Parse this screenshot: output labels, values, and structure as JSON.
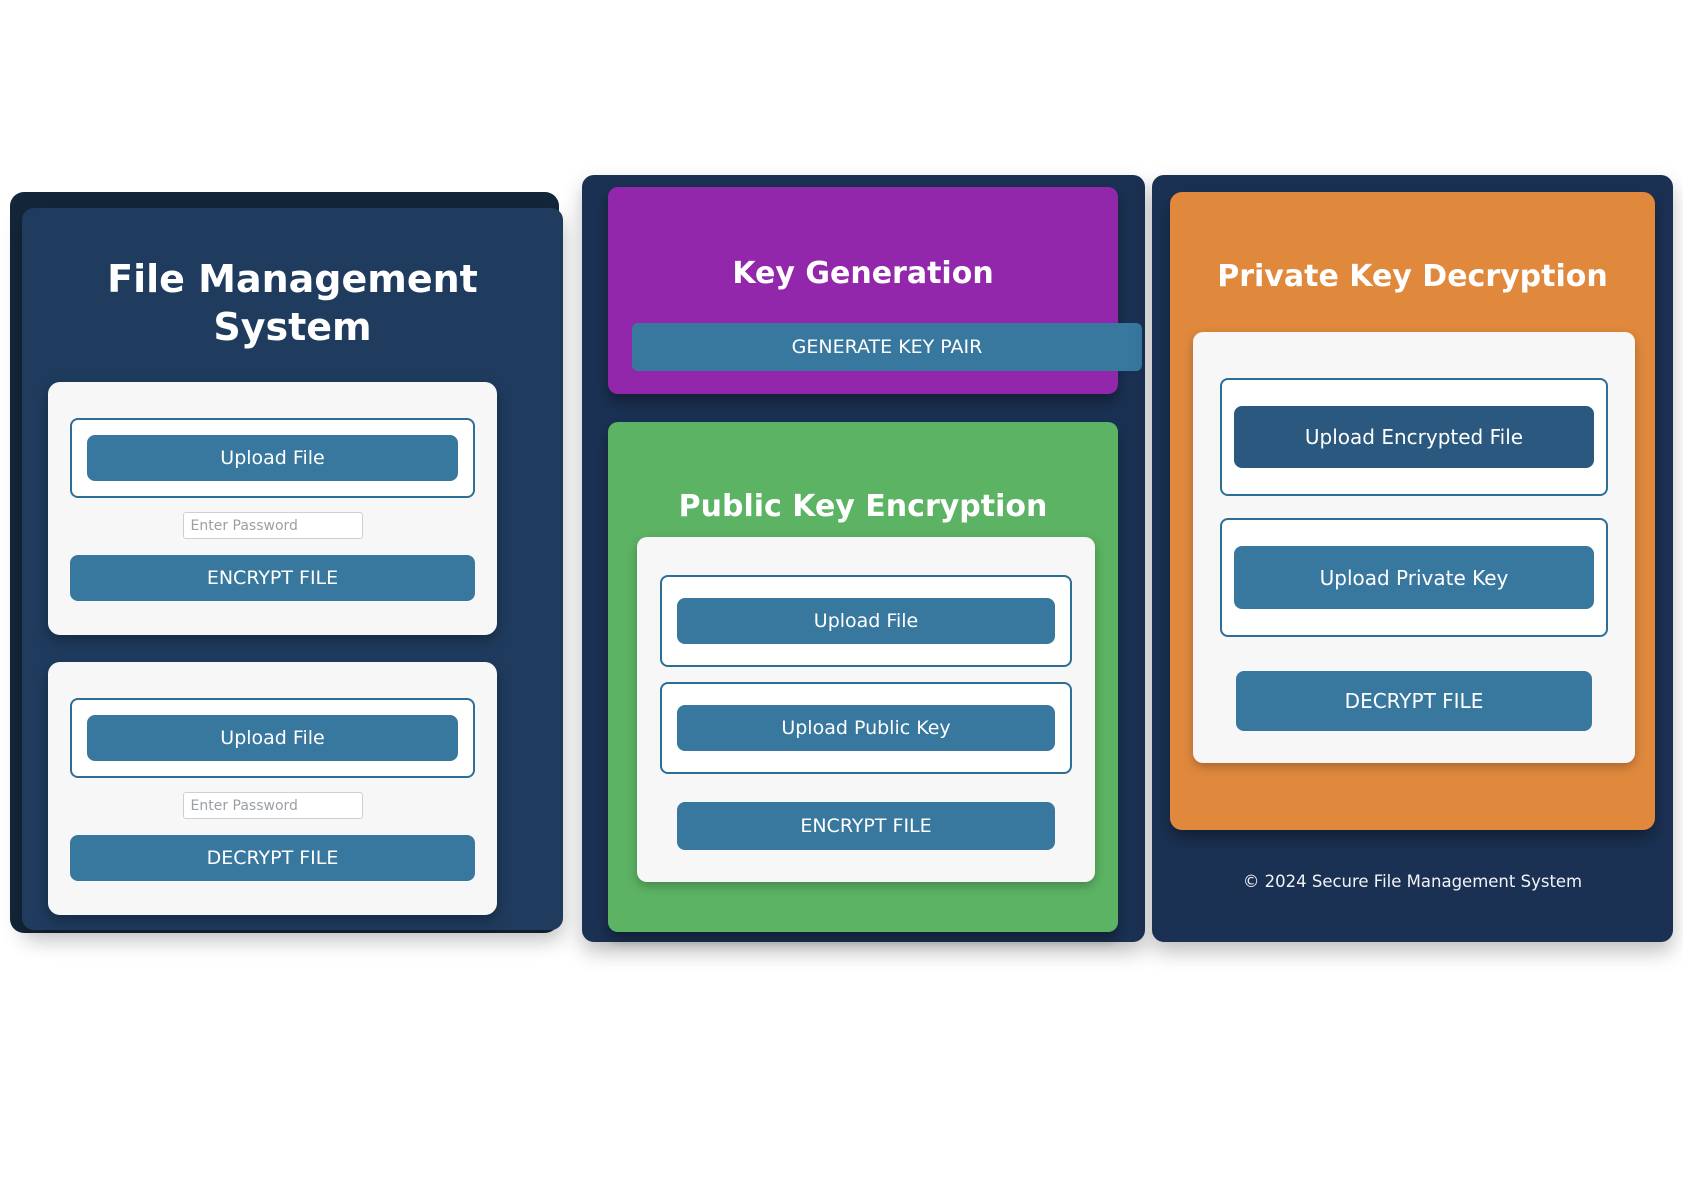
{
  "colors": {
    "left_panel_bg": "#1f3b5e",
    "left_panel_shadow": "#142639",
    "side_panel_bg": "#1b3153",
    "card_bg": "#f7f7f8",
    "blue_button": "#38789f",
    "dark_blue_button": "#2b587e",
    "purple_card": "#9227ab",
    "green_card": "#5cb363",
    "orange_card": "#e0893d",
    "upload_box_border": "#2d6e97",
    "text_light": "#ffffff"
  },
  "left_panel": {
    "title": "File Management System",
    "encrypt_card": {
      "upload_button": "Upload File",
      "password_placeholder": "Enter Password",
      "action_button": "ENCRYPT FILE"
    },
    "decrypt_card": {
      "upload_button": "Upload File",
      "password_placeholder": "Enter Password",
      "action_button": "DECRYPT FILE"
    }
  },
  "key_generation_card": {
    "title": "Key Generation",
    "generate_button": "GENERATE KEY PAIR"
  },
  "public_key_encryption_card": {
    "title": "Public Key Encryption",
    "upload_file_button": "Upload File",
    "upload_public_key_button": "Upload Public Key",
    "encrypt_button": "ENCRYPT FILE"
  },
  "private_key_decryption_card": {
    "title": "Private Key Decryption",
    "upload_encrypted_file_button": "Upload Encrypted File",
    "upload_private_key_button": "Upload Private Key",
    "decrypt_button": "DECRYPT FILE"
  },
  "footer": {
    "copyright": "© 2024 Secure File Management System"
  }
}
